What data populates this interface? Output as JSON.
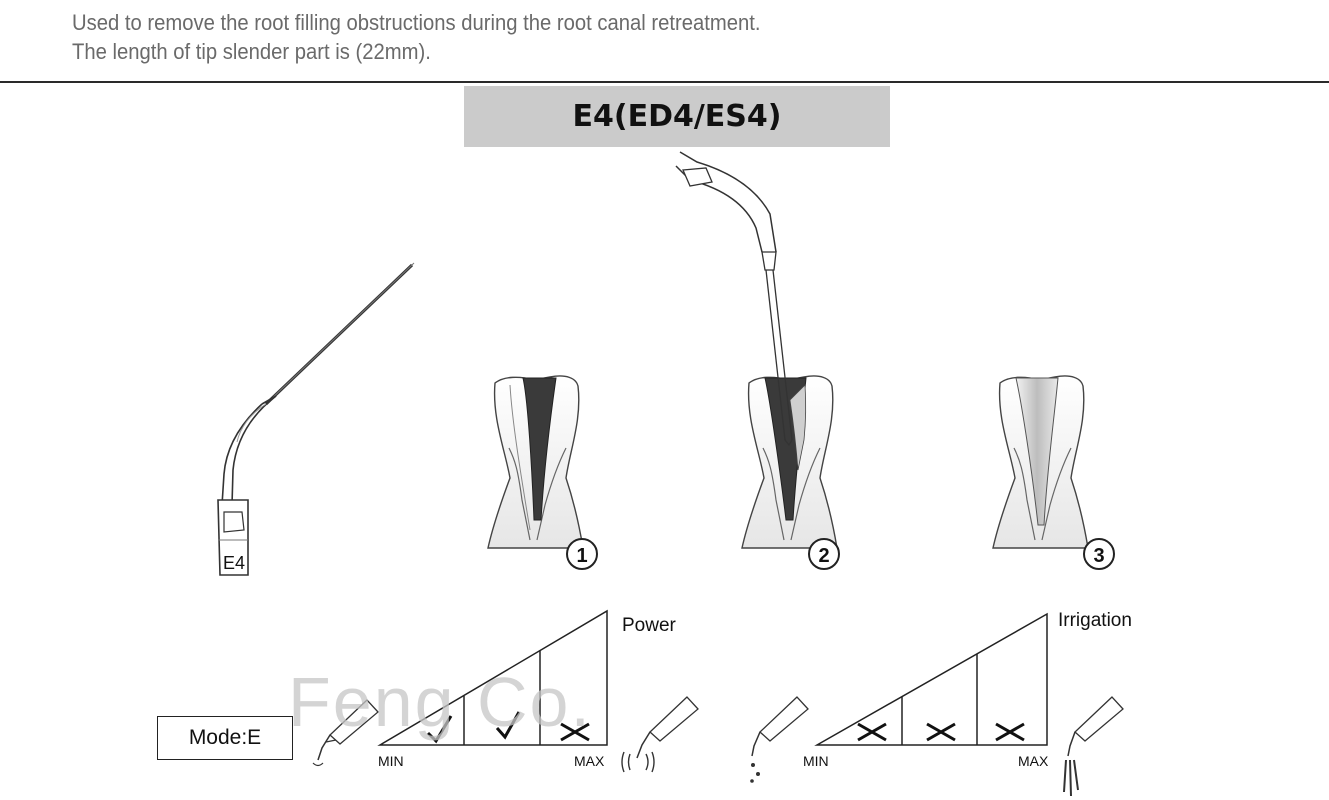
{
  "description": {
    "line1": "Used to remove the root filling obstructions during the root canal retreatment.",
    "line2": "The length of tip slender part is (22mm)."
  },
  "title": "E4(ED4/ES4)",
  "tip_marking": "E4",
  "steps": [
    "1",
    "2",
    "3"
  ],
  "mode": "Mode:E",
  "watermark": "Feng Co.",
  "power_scale": {
    "label": "Power",
    "min_label": "MIN",
    "max_label": "MAX",
    "segments": [
      "check",
      "check",
      "cross"
    ]
  },
  "irrigation_scale": {
    "label": "Irrigation",
    "min_label": "MIN",
    "max_label": "MAX",
    "segments": [
      "cross",
      "cross",
      "cross"
    ]
  }
}
